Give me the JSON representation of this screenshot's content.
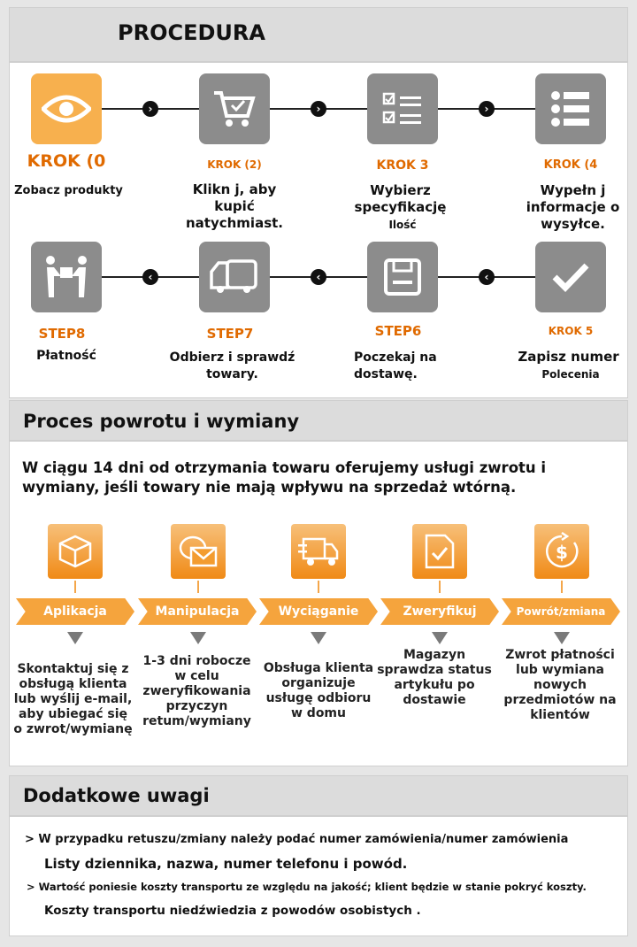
{
  "procedure": {
    "title": "PROCEDURA",
    "steps": [
      {
        "label": "KROK (0",
        "desc": "Zobacz produkty",
        "sub": ""
      },
      {
        "label": "KROK (2)",
        "desc": "Klikn j, aby kupić natychmiast.",
        "sub": ""
      },
      {
        "label": "KROK 3",
        "desc": "Wybierz specyfikację",
        "sub": "Ilość"
      },
      {
        "label": "KROK (4",
        "desc": "Wypełn j informacje o wysyłce.",
        "sub": ""
      },
      {
        "label": "KROK 5",
        "desc": "Zapisz numer",
        "sub": "Polecenia"
      },
      {
        "label": "STEP6",
        "desc": "Poczekaj na dostawę.",
        "sub": ""
      },
      {
        "label": "STEP7",
        "desc": "Odbierz i sprawdź towary.",
        "sub": ""
      },
      {
        "label": "STEP8",
        "desc": "Płatność",
        "sub": ""
      }
    ]
  },
  "returns": {
    "title": "Proces powrotu i wymiany",
    "intro": "W ciągu 14 dni od otrzymania towaru oferujemy usługi zwrotu i wymiany, jeśli towary nie mają wpływu na sprzedaż wtórną.",
    "steps": [
      {
        "label": "Aplikacja",
        "desc": "Skontaktuj się z obsługą klienta lub wyślij e-mail, aby ubiegać się o zwrot/wymianę",
        "icon": "box-icon"
      },
      {
        "label": "Manipulacja",
        "desc": "1-3 dni robocze w celu zweryfikowania przyczyn retum/wymiany",
        "icon": "mail-icon"
      },
      {
        "label": "Wyciąganie",
        "desc": "Obsługa klienta organizuje usługę odbioru w domu",
        "icon": "truck-icon"
      },
      {
        "label": "Zweryfikuj",
        "desc": "Magazyn sprawdza status artykułu po dostawie",
        "icon": "document-check-icon"
      },
      {
        "label": "Powrót/zmiana",
        "desc": "Zwrot płatności lub wymiana nowych przedmiotów na klientów",
        "icon": "refund-icon"
      }
    ]
  },
  "notes": {
    "title": "Dodatkowe uwagi",
    "line1": "> W przypadku retuszu/zmiany należy podać numer zamówienia/numer zamówienia",
    "line2": "Listy dziennika, nazwa, numer telefonu i powód.",
    "line3": "> Wartość poniesie koszty transportu ze względu na jakość; klient będzie w stanie pokryć koszty.",
    "line4": "Koszty transportu niedźwiedzia z powodów osobistych ."
  },
  "colors": {
    "accent": "#f5a43d",
    "step_label": "#e06a00",
    "icon_bg": "#8c8c8c"
  }
}
